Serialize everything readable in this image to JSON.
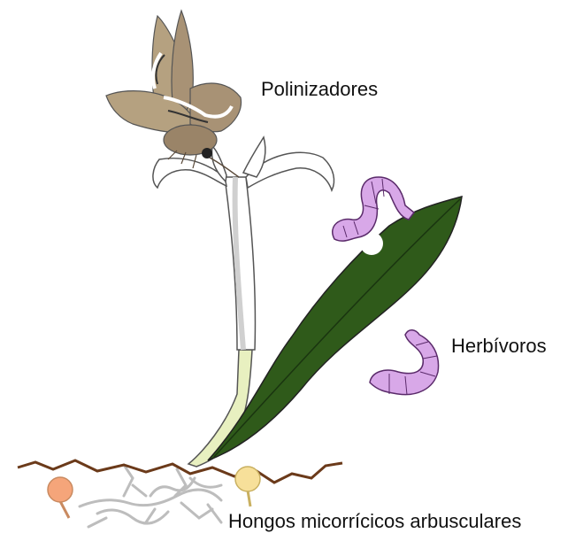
{
  "labels": {
    "pollinators": "Polinizadores",
    "herbivores": "Herbívoros",
    "amf": "Hongos micorrícicos arbusculares"
  },
  "colors": {
    "leaf": "#2f5a1a",
    "caterpillar": "#d8a8e8",
    "moth": "#b5a180",
    "flower_tube": "#ffffff",
    "stem": "#e8f0c0",
    "soil": "#6b3a1a",
    "spore_orange": "#f5a57a",
    "spore_yellow": "#f7e09a",
    "hyphae": "#bbbbbb"
  },
  "icons": [
    "moth-icon",
    "flower-icon",
    "leaf-icon",
    "caterpillar-icon",
    "soil-line",
    "spore-icon",
    "hyphae-icon"
  ]
}
